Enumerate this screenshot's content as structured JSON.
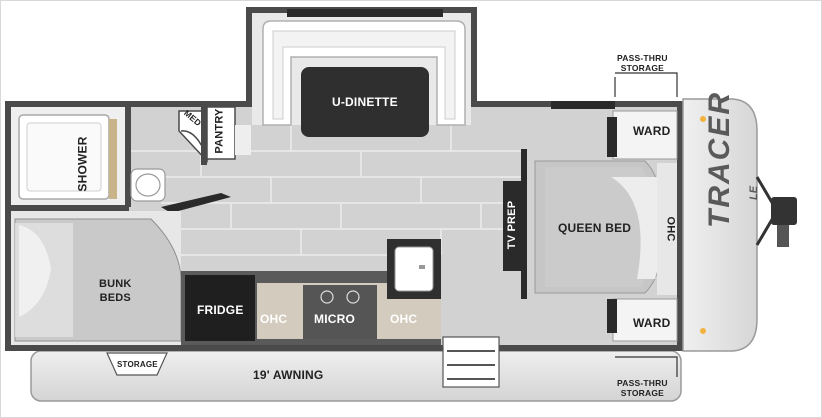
{
  "labels": {
    "u_dinette": "U-DINETTE",
    "shower": "SHOWER",
    "med": "MED",
    "pantry": "PANTRY",
    "bunk_beds": "BUNK\nBEDS",
    "fridge": "FRIDGE",
    "ohc_left": "OHC",
    "micro": "MICRO",
    "ohc_right": "OHC",
    "tv_prep": "TV PREP",
    "queen_bed": "QUEEN BED",
    "ohc_front": "OHC",
    "ward_top": "WARD",
    "ward_bottom": "WARD",
    "pass_thru_top": "PASS-THRU\nSTORAGE",
    "pass_thru_bottom": "PASS-THRU\nSTORAGE",
    "storage": "STORAGE",
    "awning": "19' AWNING"
  },
  "brand": {
    "name": "TRACER",
    "sub": "LE"
  },
  "colors": {
    "floor": "#cfcfcf",
    "dark_fixture": "#2e2e2e",
    "wall": "#3a3a3a",
    "bed": "#c8c8c8",
    "awning": "#e4e4e4",
    "accent": "#f2b33d"
  }
}
